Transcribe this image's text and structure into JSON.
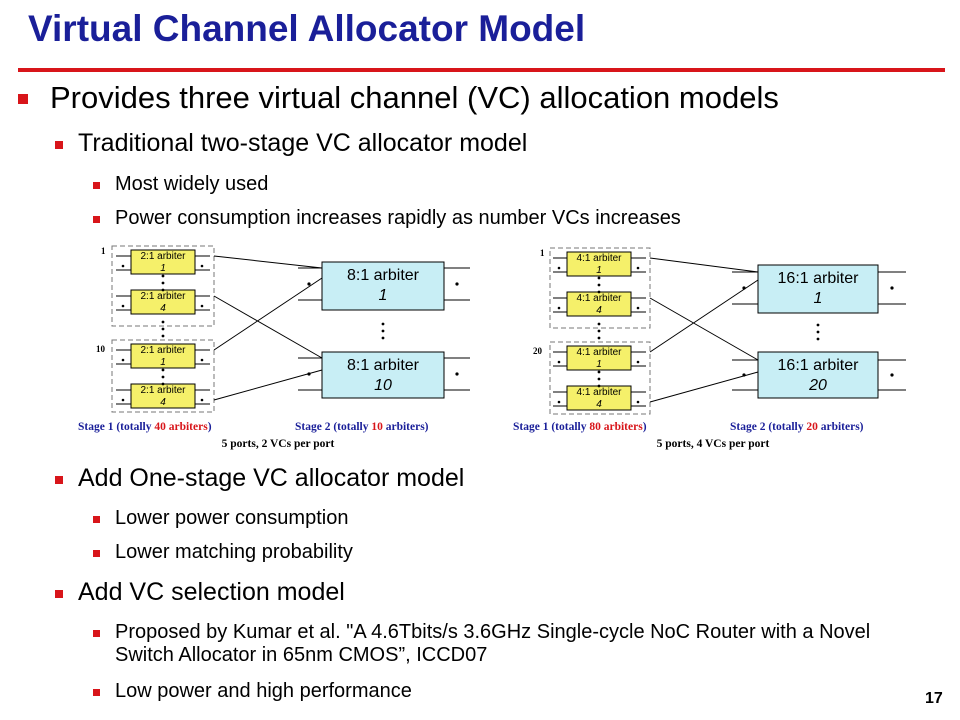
{
  "slide": {
    "title": "Virtual Channel Allocator Model",
    "page_number": "17",
    "accent_color": "#d8151a",
    "title_color": "#1a1f99"
  },
  "bullets": {
    "b1": "Provides three virtual channel (VC) allocation models",
    "b1_1": "Traditional two-stage VC allocator model",
    "b1_1_1": "Most widely used",
    "b1_1_2": "Power consumption increases rapidly as number VCs increases",
    "b1_2": "Add One-stage VC allocator model",
    "b1_2_1": "Lower power consumption",
    "b1_2_2": "Lower matching probability",
    "b1_3": "Add VC selection model",
    "b1_3_1": "Proposed by Kumar et al. \"A 4.6Tbits/s 3.6GHz Single-cycle NoC Router with a Novel Switch Allocator in 65nm CMOS”, ICCD07",
    "b1_3_2": "Low power and high performance"
  },
  "diagrams": {
    "left": {
      "small_arbiter": "2:1 arbiter",
      "large_arbiter": "8:1 arbiter",
      "small_top_index": "1",
      "small_bottom_index": "4",
      "large_top_index": "1",
      "large_bottom_index": "10",
      "group_first": "1",
      "group_last": "10",
      "stage1_prefix": "Stage 1 (totally ",
      "stage1_count": "40 arbiters",
      "stage1_suffix": ")",
      "stage2_prefix": "Stage 2 (totally ",
      "stage2_count": "10",
      "stage2_suffix": " arbiters)",
      "config": "5 ports, 2 VCs per port"
    },
    "right": {
      "small_arbiter": "4:1 arbiter",
      "large_arbiter": "16:1 arbiter",
      "small_top_index": "1",
      "small_bottom_index": "4",
      "large_top_index": "1",
      "large_bottom_index": "20",
      "group_first": "1",
      "group_last": "20",
      "stage1_prefix": "Stage 1 (totally ",
      "stage1_count": "80 arbiters",
      "stage1_suffix": ")",
      "stage2_prefix": "Stage 2 (totally ",
      "stage2_count": "20",
      "stage2_suffix": " arbiters)",
      "config": "5 ports, 4 VCs per port"
    }
  }
}
